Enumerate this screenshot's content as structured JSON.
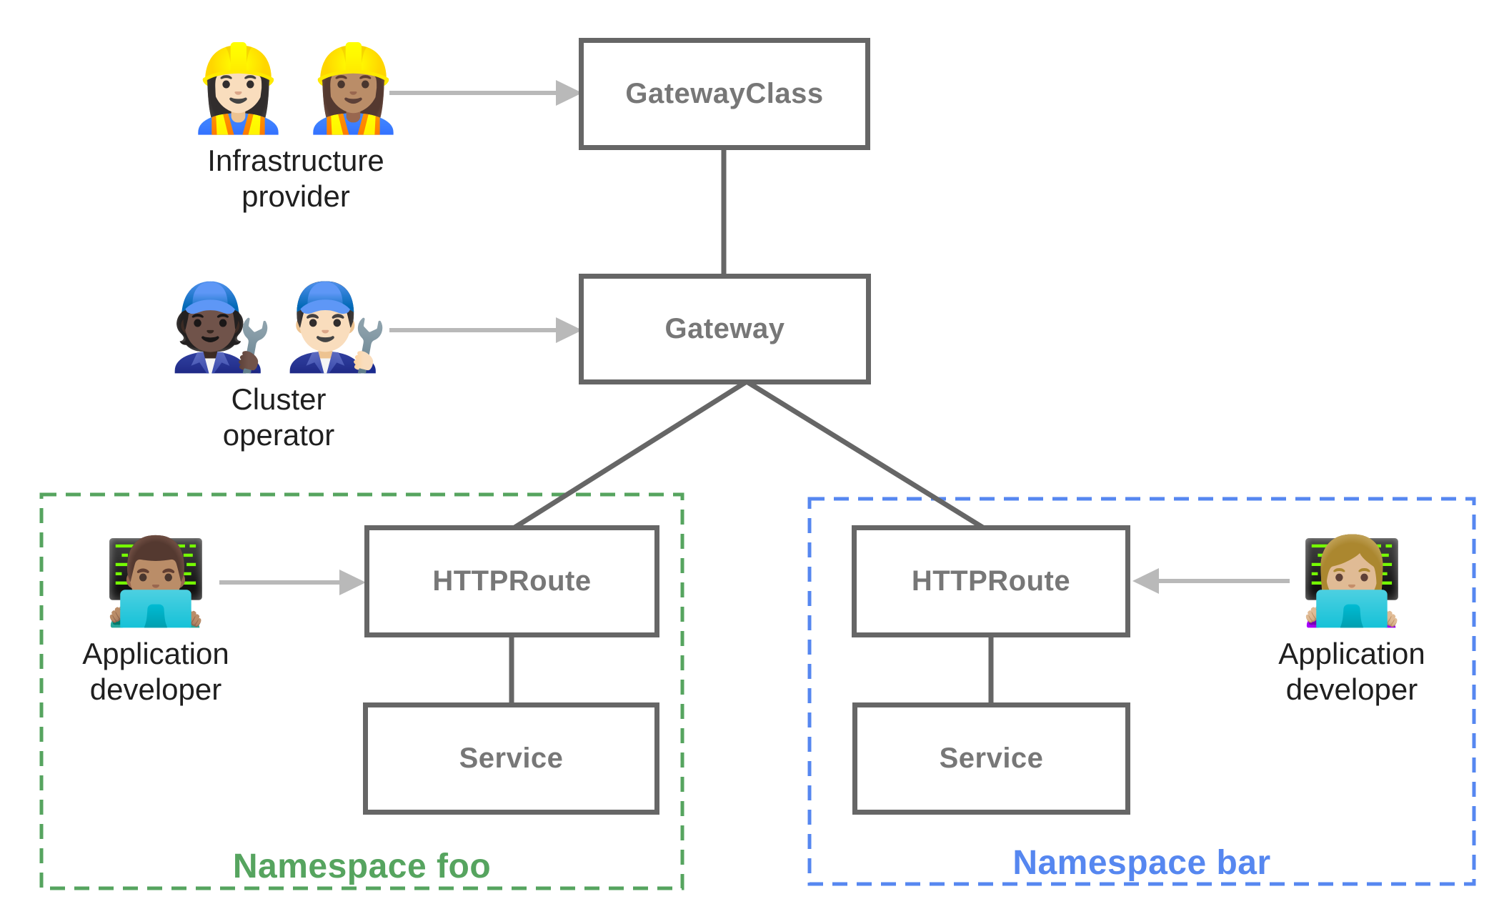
{
  "colors": {
    "background": "#ffffff",
    "box_border": "#666666",
    "box_label": "#777777",
    "connector": "#666666",
    "arrow": "#b9b9b9",
    "persona_label": "#1f1f1f",
    "namespace_foo": "#56a45f",
    "namespace_bar": "#5687f0"
  },
  "nodes": {
    "gateway_class": {
      "label": "GatewayClass"
    },
    "gateway": {
      "label": "Gateway"
    },
    "httproute_foo": {
      "label": "HTTPRoute"
    },
    "service_foo": {
      "label": "Service"
    },
    "httproute_bar": {
      "label": "HTTPRoute"
    },
    "service_bar": {
      "label": "Service"
    }
  },
  "namespaces": {
    "foo": {
      "label": "Namespace foo"
    },
    "bar": {
      "label": "Namespace bar"
    }
  },
  "personas": {
    "infrastructure_provider": {
      "label": "Infrastructure\nprovider",
      "emojis": [
        "👷🏻‍♀️",
        "👷🏽‍♀️"
      ]
    },
    "cluster_operator": {
      "label": "Cluster\noperator",
      "emojis": [
        "🧑🏿‍🔧",
        "👨🏻‍🔧"
      ]
    },
    "app_developer_foo": {
      "label": "Application\ndeveloper",
      "emojis": [
        "👨🏽‍💻"
      ]
    },
    "app_developer_bar": {
      "label": "Application\ndeveloper",
      "emojis": [
        "👩🏼‍💻"
      ]
    }
  }
}
